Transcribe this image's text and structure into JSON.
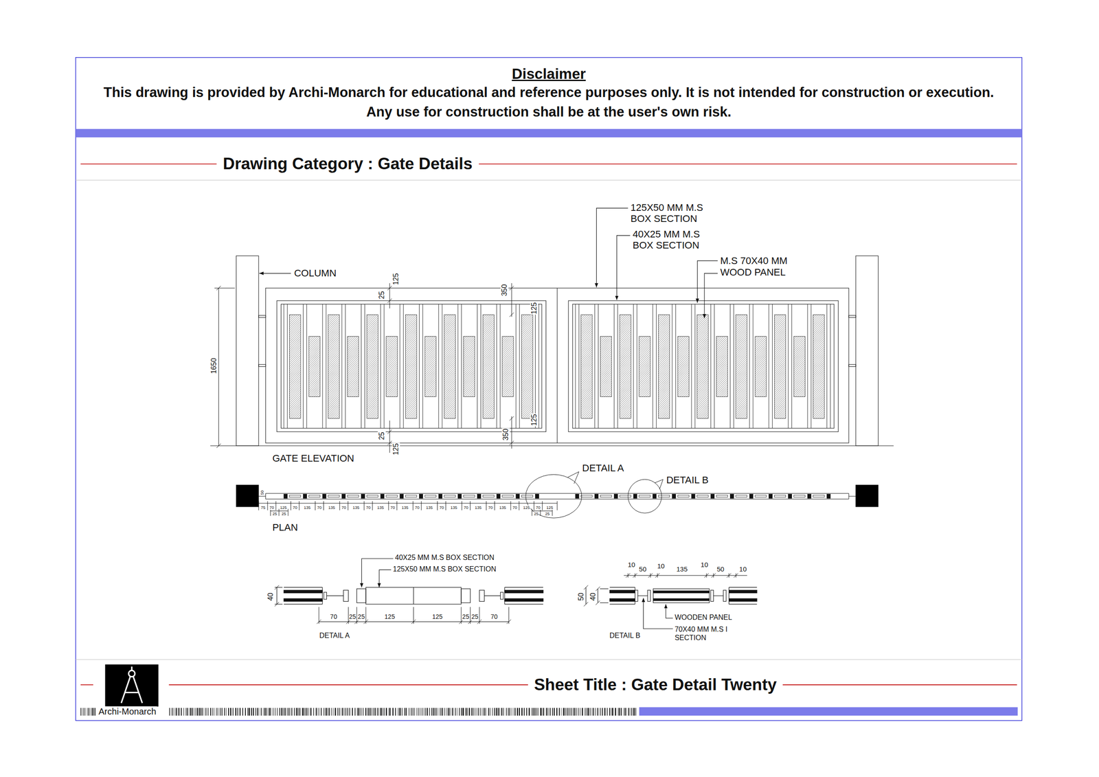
{
  "diagram": {
    "title": "Drawing Category : Gate Details",
    "caption": "Sheet Title : Gate Detail Twenty",
    "nodes": [
      {
        "text": [
          "Disclaimer",
          "This drawing is provided by Archi-Monarch for educational and reference purposes only. It is not intended for construction or execution. Any use for construction shall be at the user's own risk."
        ]
      }
    ],
    "labels": [
      "125X50 MM M.S BOX SECTION",
      "40X25 MM M.S BOX SECTION",
      "M.S 70X40 MM WOOD PANEL",
      "COLUMN",
      "125",
      "25",
      "350",
      "125",
      "1650",
      "25",
      "125",
      "350",
      "125",
      "GATE ELEVATION",
      "DETAIL A",
      "DETAIL B",
      "50",
      "75",
      "70",
      "125",
      "70",
      "135",
      "70",
      "135",
      "70",
      "135",
      "70",
      "135",
      "70",
      "135",
      "70",
      "135",
      "70",
      "135",
      "70",
      "135",
      "70",
      "135",
      "70",
      "125",
      "70",
      "125",
      "25",
      "25",
      "25",
      "25",
      "PLAN",
      "40X25 MM M.S BOX SECTION",
      "125X50 MM M.S BOX SECTION",
      "40",
      "70",
      "25",
      "25",
      "125",
      "125",
      "25",
      "25",
      "70",
      "DETAIL A",
      "10",
      "50",
      "10",
      "135",
      "10",
      "50",
      "10",
      "50",
      "40",
      "WOODEN PANEL",
      "70X40 MM M.S I SECTION",
      "DETAIL B",
      "Archi-Monarch"
    ]
  }
}
